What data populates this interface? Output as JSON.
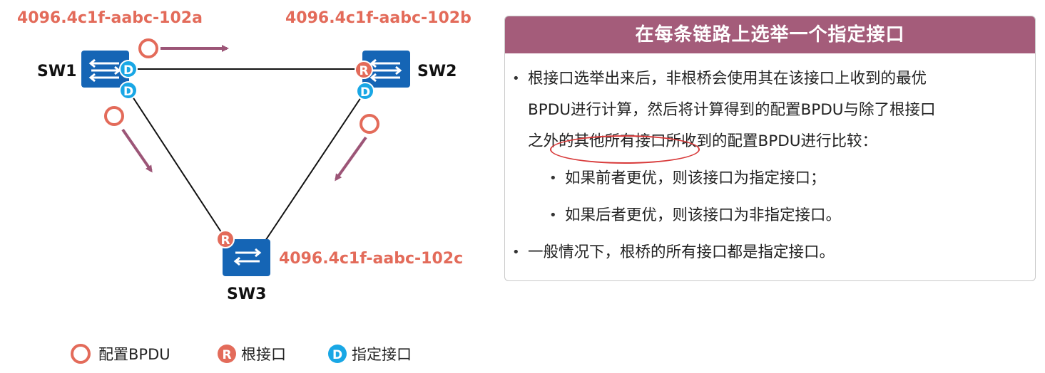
{
  "switches": [
    {
      "name": "SW1",
      "mac": "4096.4c1f-aabc-102a"
    },
    {
      "name": "SW2",
      "mac": "4096.4c1f-aabc-102b"
    },
    {
      "name": "SW3",
      "mac": "4096.4c1f-aabc-102c"
    }
  ],
  "port_marks": {
    "root": "R",
    "designated": "D"
  },
  "legend": [
    {
      "label": "配置BPDU"
    },
    {
      "label": "根接口",
      "mark": "R"
    },
    {
      "label": "指定接口",
      "mark": "D"
    }
  ],
  "colors": {
    "accent": "#e36b5a",
    "switch_blue": "#1565b5",
    "designated": "#19a7e5",
    "arrow": "#9c5577",
    "title_bar": "#a45c7a"
  },
  "panel": {
    "title": "在每条链路上选举一个指定接口",
    "bullet1_line1": "根接口选举出来后，非根桥会使用其在该接口上收到的最优",
    "bullet1_line2": "BPDU进行计算，然后将计算得到的配置BPDU与除了根接口",
    "bullet1_line3a": "之外",
    "bullet1_line3_highlight": "的其他所有接口",
    "bullet1_line3b": "所收到的配置BPDU进行比较：",
    "sub1": "如果前者更优，则该接口为指定接口；",
    "sub2": "如果后者更优，则该接口为非指定接口。",
    "bullet2": "一般情况下，根桥的所有接口都是指定接口。"
  }
}
